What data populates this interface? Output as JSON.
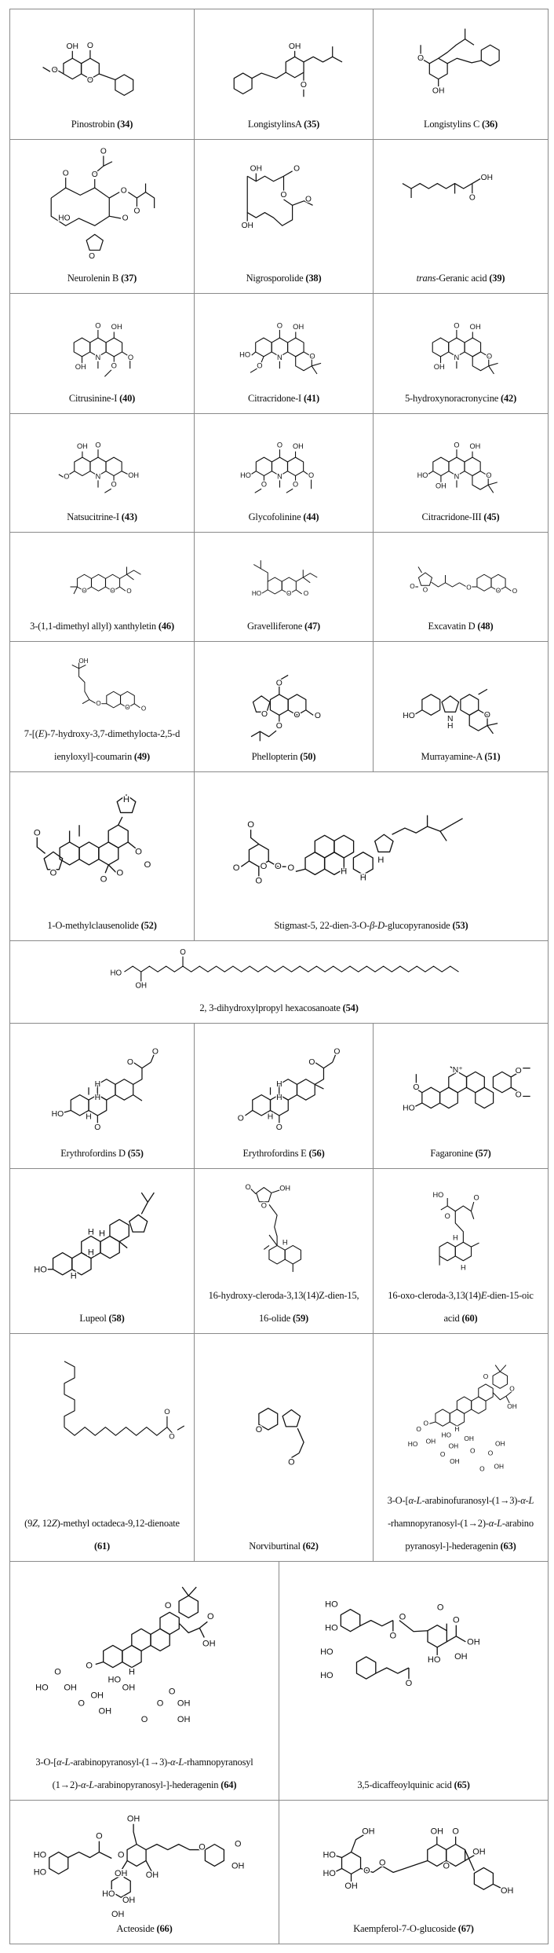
{
  "compounds": [
    {
      "id": "34",
      "label": [
        [
          {
            "t": "Pinostrobin "
          },
          {
            "t": "(34)",
            "s": "b"
          }
        ]
      ],
      "atoms": [
        "OH",
        "O",
        "O",
        "O"
      ]
    },
    {
      "id": "35",
      "label": [
        [
          {
            "t": "LongistylinsA "
          },
          {
            "t": "(35)",
            "s": "b"
          }
        ]
      ],
      "atoms": [
        "OH",
        "O"
      ]
    },
    {
      "id": "36",
      "label": [
        [
          {
            "t": "Longistylins C "
          },
          {
            "t": "(36)",
            "s": "b"
          }
        ]
      ],
      "atoms": [
        "O",
        "OH"
      ]
    },
    {
      "id": "37",
      "label": [
        [
          {
            "t": "Neurolenin B "
          },
          {
            "t": "(37)",
            "s": "b"
          }
        ]
      ],
      "atoms": [
        "O",
        "O",
        "O",
        "O",
        "O",
        "HO",
        "O",
        "O"
      ]
    },
    {
      "id": "38",
      "label": [
        [
          {
            "t": "Nigrosporolide "
          },
          {
            "t": "(38)",
            "s": "b"
          }
        ]
      ],
      "atoms": [
        "OH",
        "O",
        "O",
        "O",
        "OH"
      ]
    },
    {
      "id": "39",
      "label": [
        [
          {
            "t": "trans",
            "s": "i"
          },
          {
            "t": "-Geranic acid "
          },
          {
            "t": "(39)",
            "s": "b"
          }
        ]
      ],
      "atoms": [
        "OH",
        "O"
      ]
    },
    {
      "id": "40",
      "label": [
        [
          {
            "t": "Citrusinine-I "
          },
          {
            "t": "(40)",
            "s": "b"
          }
        ]
      ],
      "atoms": [
        "O",
        "OH",
        "N",
        "OH",
        "O",
        "O"
      ]
    },
    {
      "id": "41",
      "label": [
        [
          {
            "t": "Citracridone-I "
          },
          {
            "t": "(41)",
            "s": "b"
          }
        ]
      ],
      "atoms": [
        "O",
        "OH",
        "N",
        "HO",
        "O",
        "O"
      ]
    },
    {
      "id": "42",
      "label": [
        [
          {
            "t": "5-hydroxynoracronycine "
          },
          {
            "t": "(42)",
            "s": "b"
          }
        ]
      ],
      "atoms": [
        "O",
        "OH",
        "N",
        "OH",
        "O"
      ]
    },
    {
      "id": "43",
      "label": [
        [
          {
            "t": "Natsucitrine-I "
          },
          {
            "t": "(43)",
            "s": "b"
          }
        ]
      ],
      "atoms": [
        "OH",
        "O",
        "O",
        "N",
        "O",
        "OH"
      ]
    },
    {
      "id": "44",
      "label": [
        [
          {
            "t": "Glycofolinine "
          },
          {
            "t": "(44)",
            "s": "b"
          }
        ]
      ],
      "atoms": [
        "O",
        "OH",
        "HO",
        "O",
        "N",
        "O",
        "O"
      ]
    },
    {
      "id": "45",
      "label": [
        [
          {
            "t": "Citracridone-III "
          },
          {
            "t": "(45)",
            "s": "b"
          }
        ]
      ],
      "atoms": [
        "O",
        "OH",
        "HO",
        "OH",
        "N",
        "O"
      ]
    },
    {
      "id": "46",
      "label": [
        [
          {
            "t": "3-(1,1-dimethyl allyl) xanthyletin "
          },
          {
            "t": "(46)",
            "s": "b"
          }
        ]
      ],
      "atoms": [
        "O",
        "O",
        "O"
      ]
    },
    {
      "id": "47",
      "label": [
        [
          {
            "t": "Gravelliferone "
          },
          {
            "t": "(47)",
            "s": "b"
          }
        ]
      ],
      "atoms": [
        "HO",
        "O",
        "O"
      ]
    },
    {
      "id": "48",
      "label": [
        [
          {
            "t": "Excavatin D "
          },
          {
            "t": "(48)",
            "s": "b"
          }
        ]
      ],
      "atoms": [
        "O",
        "O",
        "O",
        "O",
        "O"
      ]
    },
    {
      "id": "49",
      "label": [
        [
          {
            "t": "7-[("
          },
          {
            "t": "E",
            "s": "i"
          },
          {
            "t": ")-7-hydroxy-3,7-dimethylocta-2,5-d"
          }
        ],
        [
          {
            "t": "ienyloxyl]-coumarin "
          },
          {
            "t": "(49)",
            "s": "b"
          }
        ]
      ],
      "atoms": [
        "OH",
        "O",
        "O",
        "O"
      ]
    },
    {
      "id": "50",
      "label": [
        [
          {
            "t": "Phellopterin "
          },
          {
            "t": "(50)",
            "s": "b"
          }
        ]
      ],
      "atoms": [
        "O",
        "O",
        "O",
        "O",
        "O"
      ]
    },
    {
      "id": "51",
      "label": [
        [
          {
            "t": "Murrayamine-A "
          },
          {
            "t": "(51)",
            "s": "b"
          }
        ]
      ],
      "atoms": [
        "HO",
        "N",
        "H",
        "O"
      ]
    },
    {
      "id": "52",
      "label": [
        [
          {
            "t": "1-O-methylclausenolide "
          },
          {
            "t": "(52)",
            "s": "b"
          }
        ]
      ],
      "atoms": [
        "O",
        "O",
        "O",
        "O",
        "O",
        "H",
        "O"
      ]
    },
    {
      "id": "53",
      "label": [
        [
          {
            "t": "Stigmast-5, 22-dien-3-O-"
          },
          {
            "t": "β",
            "s": "i"
          },
          {
            "t": "-"
          },
          {
            "t": "D",
            "s": "i"
          },
          {
            "t": "-glucopyranoside "
          },
          {
            "t": "(53)",
            "s": "b"
          }
        ]
      ],
      "atoms": [
        "O",
        "O",
        "O",
        "O",
        "O",
        "O",
        "H",
        "H",
        "H"
      ]
    },
    {
      "id": "54",
      "label": [
        [
          {
            "t": "2, 3-dihydroxylpropyl hexacosanoate "
          },
          {
            "t": "(54)",
            "s": "b"
          }
        ]
      ],
      "atoms": [
        "HO",
        "OH",
        "O"
      ]
    },
    {
      "id": "55",
      "label": [
        [
          {
            "t": "Erythrofordins D "
          },
          {
            "t": "(55)",
            "s": "b"
          }
        ]
      ],
      "atoms": [
        "O",
        "O",
        "HO",
        "H",
        "H",
        "H",
        "O"
      ]
    },
    {
      "id": "56",
      "label": [
        [
          {
            "t": "Erythrofordins E "
          },
          {
            "t": "(56)",
            "s": "b"
          }
        ]
      ],
      "atoms": [
        "O",
        "O",
        "O",
        "H",
        "H",
        "H",
        "O"
      ]
    },
    {
      "id": "57",
      "label": [
        [
          {
            "t": "Fagaronine "
          },
          {
            "t": "(57)",
            "s": "b"
          }
        ]
      ],
      "atoms": [
        "O",
        "N⁺",
        "O",
        "O",
        "HO"
      ]
    },
    {
      "id": "58",
      "label": [
        [
          {
            "t": "Lupeol "
          },
          {
            "t": "(58)",
            "s": "b"
          }
        ]
      ],
      "atoms": [
        "H",
        "H",
        "H",
        "HO",
        "H"
      ]
    },
    {
      "id": "59",
      "label": [
        [
          {
            "t": "16-hydroxy-cleroda-3,13(14)Z-dien-15,"
          }
        ],
        [
          {
            "t": "16-olide "
          },
          {
            "t": "(59)",
            "s": "b"
          }
        ]
      ],
      "atoms": [
        "O",
        "O",
        "OH",
        "H"
      ]
    },
    {
      "id": "60",
      "label": [
        [
          {
            "t": "16-oxo-cleroda-3,13(14)"
          },
          {
            "t": "E",
            "s": "i"
          },
          {
            "t": "-dien-15-oic"
          }
        ],
        [
          {
            "t": "acid "
          },
          {
            "t": "(60)",
            "s": "b"
          }
        ]
      ],
      "atoms": [
        "HO",
        "O",
        "O",
        "H",
        "H"
      ]
    },
    {
      "id": "61",
      "label": [
        [
          {
            "t": "(9"
          },
          {
            "t": "Z",
            "s": "i"
          },
          {
            "t": ", 12"
          },
          {
            "t": "Z",
            "s": "i"
          },
          {
            "t": ")-methyl octadeca-9,12-dienoate"
          }
        ],
        [
          {
            "t": "(61)",
            "s": "b"
          }
        ]
      ],
      "atoms": [
        "O",
        "O"
      ]
    },
    {
      "id": "62",
      "label": [
        [
          {
            "t": "Norviburtinal "
          },
          {
            "t": "(62)",
            "s": "b"
          }
        ]
      ],
      "atoms": [
        "O",
        "O"
      ]
    },
    {
      "id": "63",
      "label": [
        [
          {
            "t": "3-O-["
          },
          {
            "t": "α-L",
            "s": "i"
          },
          {
            "t": "-arabinofuranosyl-(1→3)-"
          },
          {
            "t": "α-L",
            "s": "i"
          }
        ],
        [
          {
            "t": "-rhamnopyranosyl-(1→2)-"
          },
          {
            "t": "α-L",
            "s": "i"
          },
          {
            "t": "-arabino"
          }
        ],
        [
          {
            "t": "pyranosyl-]-hederagenin "
          },
          {
            "t": "(63)",
            "s": "b"
          }
        ]
      ],
      "atoms": [
        "O",
        "OH",
        "O",
        "O",
        "H",
        "HO",
        "O",
        "HO",
        "OH",
        "OH",
        "O",
        "OH",
        "OH",
        "O",
        "O",
        "O",
        "OH",
        "OH"
      ]
    },
    {
      "id": "64",
      "label": [
        [
          {
            "t": "3-O-["
          },
          {
            "t": "α-L",
            "s": "i"
          },
          {
            "t": "-arabinopyranosyl-(1→3)-"
          },
          {
            "t": "α-L",
            "s": "i"
          },
          {
            "t": "-rhamnopyranosyl"
          }
        ],
        [
          {
            "t": "(1→2)-"
          },
          {
            "t": "α-L",
            "s": "i"
          },
          {
            "t": "-arabinopyranosyl-]-hederagenin "
          },
          {
            "t": "(64)",
            "s": "b"
          }
        ]
      ],
      "atoms": [
        "O",
        "OH",
        "O",
        "O",
        "H",
        "HO",
        "O",
        "HO",
        "OH",
        "OH",
        "O",
        "OH",
        "OH",
        "O",
        "O",
        "O",
        "OH",
        "OH"
      ]
    },
    {
      "id": "65",
      "label": [
        [
          {
            "t": "3,5-dicaffeoylquinic acid "
          },
          {
            "t": "(65)",
            "s": "b"
          }
        ]
      ],
      "atoms": [
        "HO",
        "HO",
        "O",
        "O",
        "O",
        "OH",
        "OH",
        "HO",
        "HO",
        "HO",
        "O",
        "O"
      ]
    },
    {
      "id": "66",
      "label": [
        [
          {
            "t": "Acteoside "
          },
          {
            "t": "(66)",
            "s": "b"
          }
        ]
      ],
      "atoms": [
        "OH",
        "O",
        "O",
        "OH",
        "HO",
        "HO",
        "O",
        "OH",
        "O",
        "OH",
        "HO",
        "OH",
        "OH"
      ]
    },
    {
      "id": "67",
      "label": [
        [
          {
            "t": "Kaempferol-7-O-glucoside "
          },
          {
            "t": "(67)",
            "s": "b"
          }
        ]
      ],
      "atoms": [
        "OH",
        "HO",
        "O",
        "HO",
        "OH",
        "O",
        "OH",
        "O",
        "OH",
        "O",
        "OH"
      ]
    }
  ]
}
